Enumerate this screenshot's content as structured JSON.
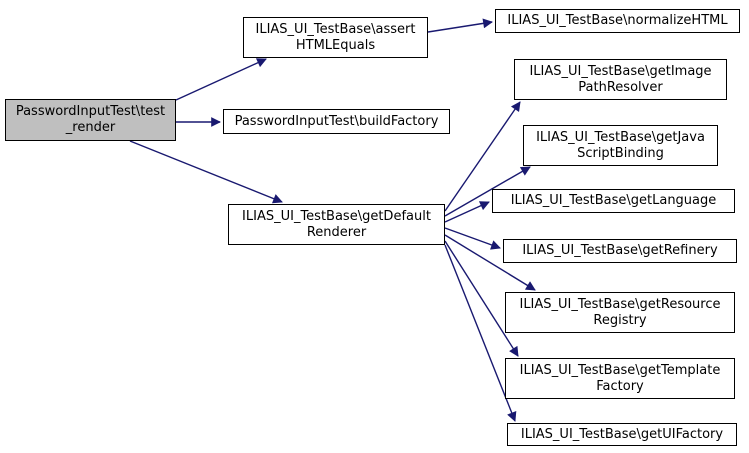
{
  "diagram": {
    "type": "call-graph",
    "colors": {
      "edge": "#191970",
      "node_border": "#000000",
      "node_fill": "#ffffff",
      "start_node_fill": "#bfbfbf"
    },
    "nodes": {
      "test_render": {
        "line1": "PasswordInputTest\\test",
        "line2": "_render"
      },
      "assertHTMLEquals": {
        "line1": "ILIAS_UI_TestBase\\assert",
        "line2": "HTMLEquals"
      },
      "normalizeHTML": {
        "line1": "ILIAS_UI_TestBase\\normalizeHTML"
      },
      "buildFactory": {
        "line1": "PasswordInputTest\\buildFactory"
      },
      "getDefaultRenderer": {
        "line1": "ILIAS_UI_TestBase\\getDefault",
        "line2": "Renderer"
      },
      "getImagePathResolver": {
        "line1": "ILIAS_UI_TestBase\\getImage",
        "line2": "PathResolver"
      },
      "getJavaScriptBinding": {
        "line1": "ILIAS_UI_TestBase\\getJava",
        "line2": "ScriptBinding"
      },
      "getLanguage": {
        "line1": "ILIAS_UI_TestBase\\getLanguage"
      },
      "getRefinery": {
        "line1": "ILIAS_UI_TestBase\\getRefinery"
      },
      "getResourceRegistry": {
        "line1": "ILIAS_UI_TestBase\\getResource",
        "line2": "Registry"
      },
      "getTemplateFactory": {
        "line1": "ILIAS_UI_TestBase\\getTemplate",
        "line2": "Factory"
      },
      "getUIFactory": {
        "line1": "ILIAS_UI_TestBase\\getUIFactory"
      }
    },
    "edges": [
      {
        "from": "test_render",
        "to": "assertHTMLEquals"
      },
      {
        "from": "test_render",
        "to": "buildFactory"
      },
      {
        "from": "test_render",
        "to": "getDefaultRenderer"
      },
      {
        "from": "assertHTMLEquals",
        "to": "normalizeHTML"
      },
      {
        "from": "getDefaultRenderer",
        "to": "getImagePathResolver"
      },
      {
        "from": "getDefaultRenderer",
        "to": "getJavaScriptBinding"
      },
      {
        "from": "getDefaultRenderer",
        "to": "getLanguage"
      },
      {
        "from": "getDefaultRenderer",
        "to": "getRefinery"
      },
      {
        "from": "getDefaultRenderer",
        "to": "getResourceRegistry"
      },
      {
        "from": "getDefaultRenderer",
        "to": "getTemplateFactory"
      },
      {
        "from": "getDefaultRenderer",
        "to": "getUIFactory"
      }
    ]
  }
}
